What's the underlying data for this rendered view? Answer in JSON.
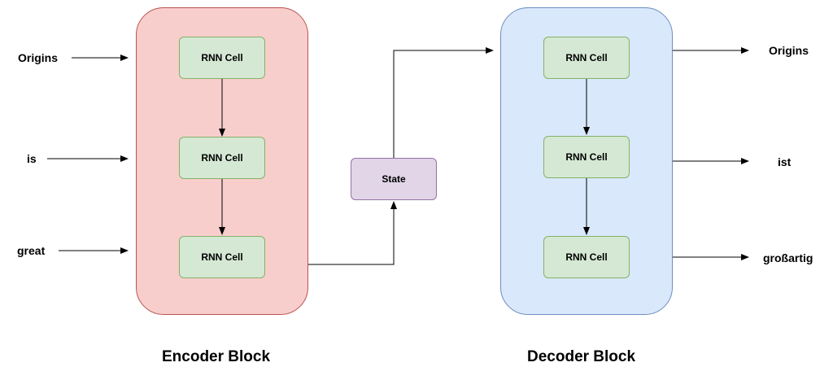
{
  "encoder": {
    "caption": "Encoder Block",
    "cells": [
      "RNN Cell",
      "RNN Cell",
      "RNN Cell"
    ],
    "inputs": [
      "Origins",
      "is",
      "great"
    ]
  },
  "decoder": {
    "caption": "Decoder Block",
    "cells": [
      "RNN Cell",
      "RNN Cell",
      "RNN Cell"
    ],
    "outputs": [
      "Origins",
      "ist",
      "großartig"
    ]
  },
  "state": {
    "label": "State"
  },
  "colors": {
    "encoder_fill": "#f8cecc",
    "encoder_stroke": "#b85450",
    "decoder_fill": "#dae8fc",
    "decoder_stroke": "#6c8ebf",
    "cell_fill": "#d5e8d4",
    "cell_stroke": "#82b366",
    "state_fill": "#e1d5e7",
    "state_stroke": "#9673a6"
  }
}
